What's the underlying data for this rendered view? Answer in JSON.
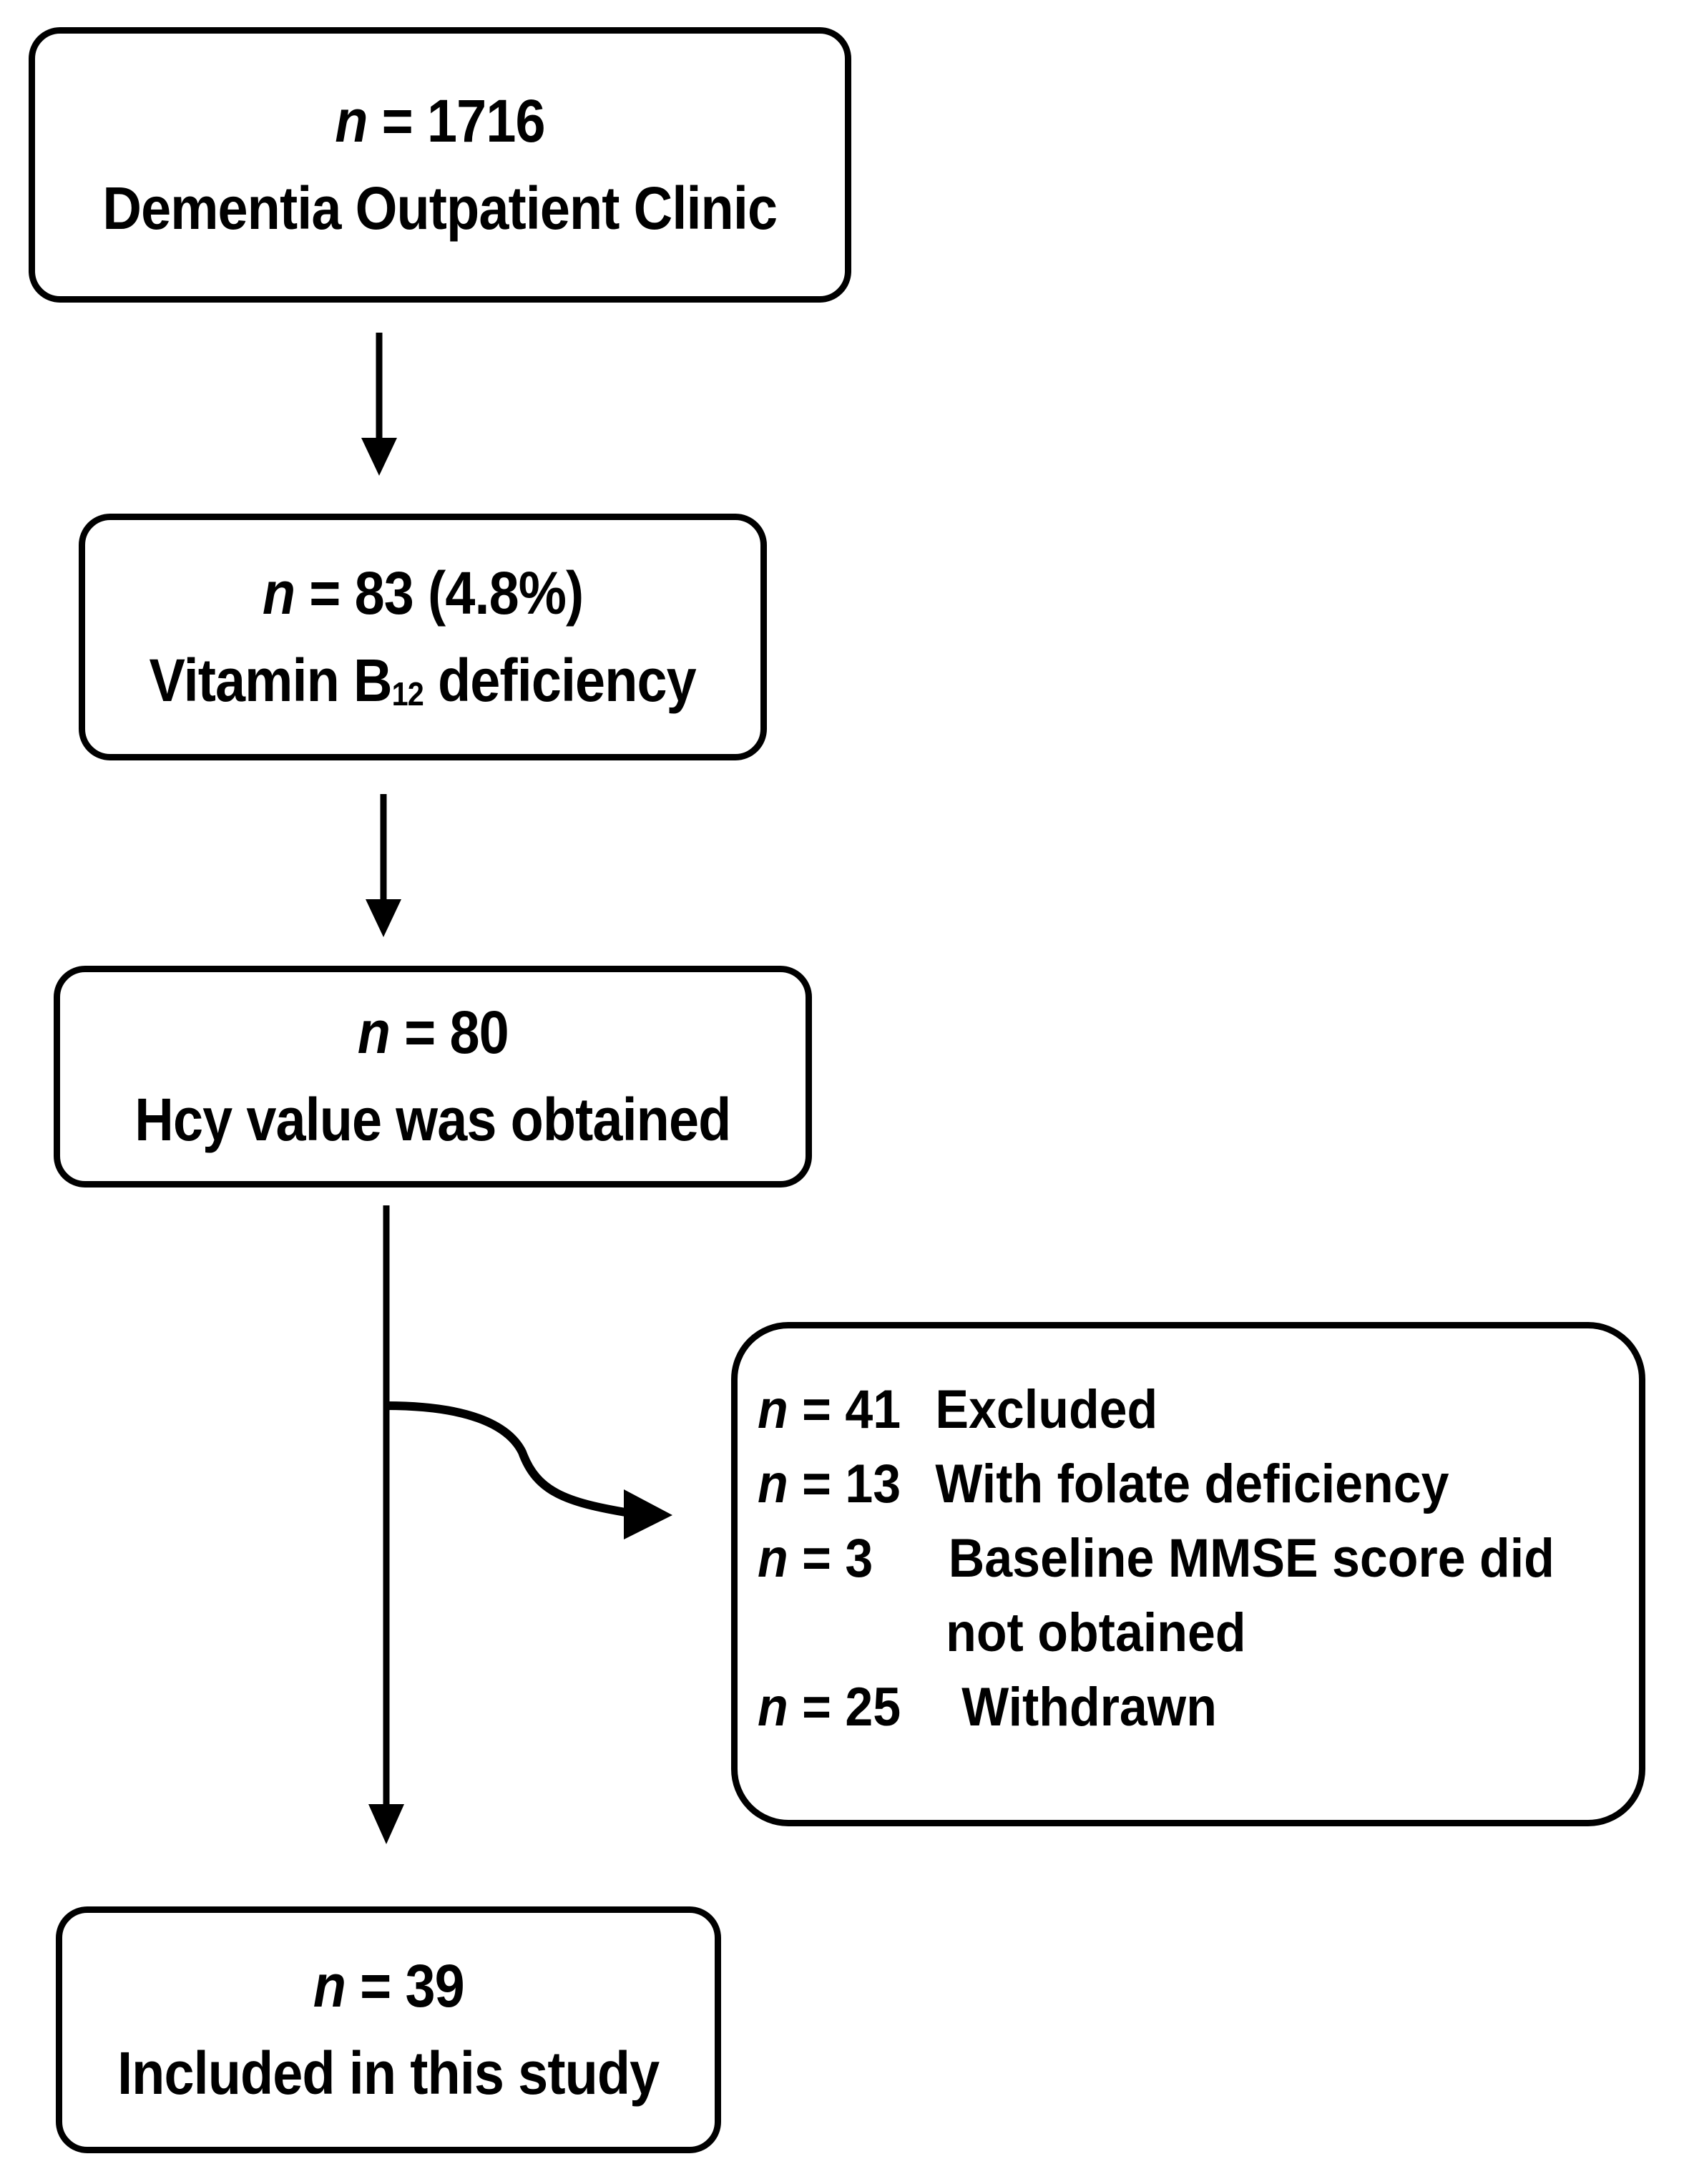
{
  "nodes": {
    "clinic": {
      "n_label": "n",
      "n_value": "= 1716",
      "text": "Dementia Outpatient Clinic"
    },
    "b12": {
      "n_label": "n",
      "n_value": "= 83 (4.8%)",
      "text_before": "Vitamin B",
      "subscript": "12",
      "text_after": " deficiency"
    },
    "hcy": {
      "n_label": "n",
      "n_value": "= 80",
      "text": "Hcy value was obtained"
    },
    "included": {
      "n_label": "n",
      "n_value": "= 39",
      "text": "Included in this study"
    }
  },
  "exclusions": {
    "rows": [
      {
        "n_label": "n",
        "count": "= 41",
        "label": "Excluded"
      },
      {
        "n_label": "n",
        "count": "= 13",
        "label": "With folate deficiency"
      },
      {
        "n_label": "n",
        "count": "= 3",
        "label": "Baseline MMSE score did"
      },
      {
        "n_label": "",
        "count": "",
        "label": "not obtained"
      },
      {
        "n_label": "n",
        "count": "= 25",
        "label": "Withdrawn"
      }
    ]
  }
}
